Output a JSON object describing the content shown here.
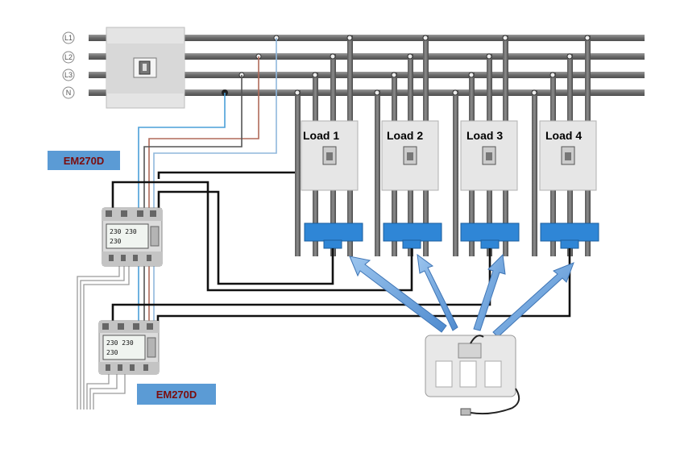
{
  "phases": [
    "L1",
    "L2",
    "L3",
    "N"
  ],
  "loads": [
    {
      "label": "Load 1"
    },
    {
      "label": "Load 2"
    },
    {
      "label": "Load 3"
    },
    {
      "label": "Load 4"
    }
  ],
  "meters": [
    {
      "tag": "EM270D",
      "lcd_row1": "230 230",
      "lcd_row2": "230"
    },
    {
      "tag": "EM270D",
      "lcd_row1": "230 230",
      "lcd_row2": "230"
    }
  ],
  "colors": {
    "bus_bar": "#6b6b6b",
    "neutral_wire": "#4a9fd8",
    "brown_wire": "#b06a5a",
    "grey_wire": "#8a8a8a",
    "ct_clamp": "#2f86d6",
    "arrow": "#7aaee0",
    "tag_bg": "#5b9bd5",
    "tag_text": "#7b0d0d"
  }
}
